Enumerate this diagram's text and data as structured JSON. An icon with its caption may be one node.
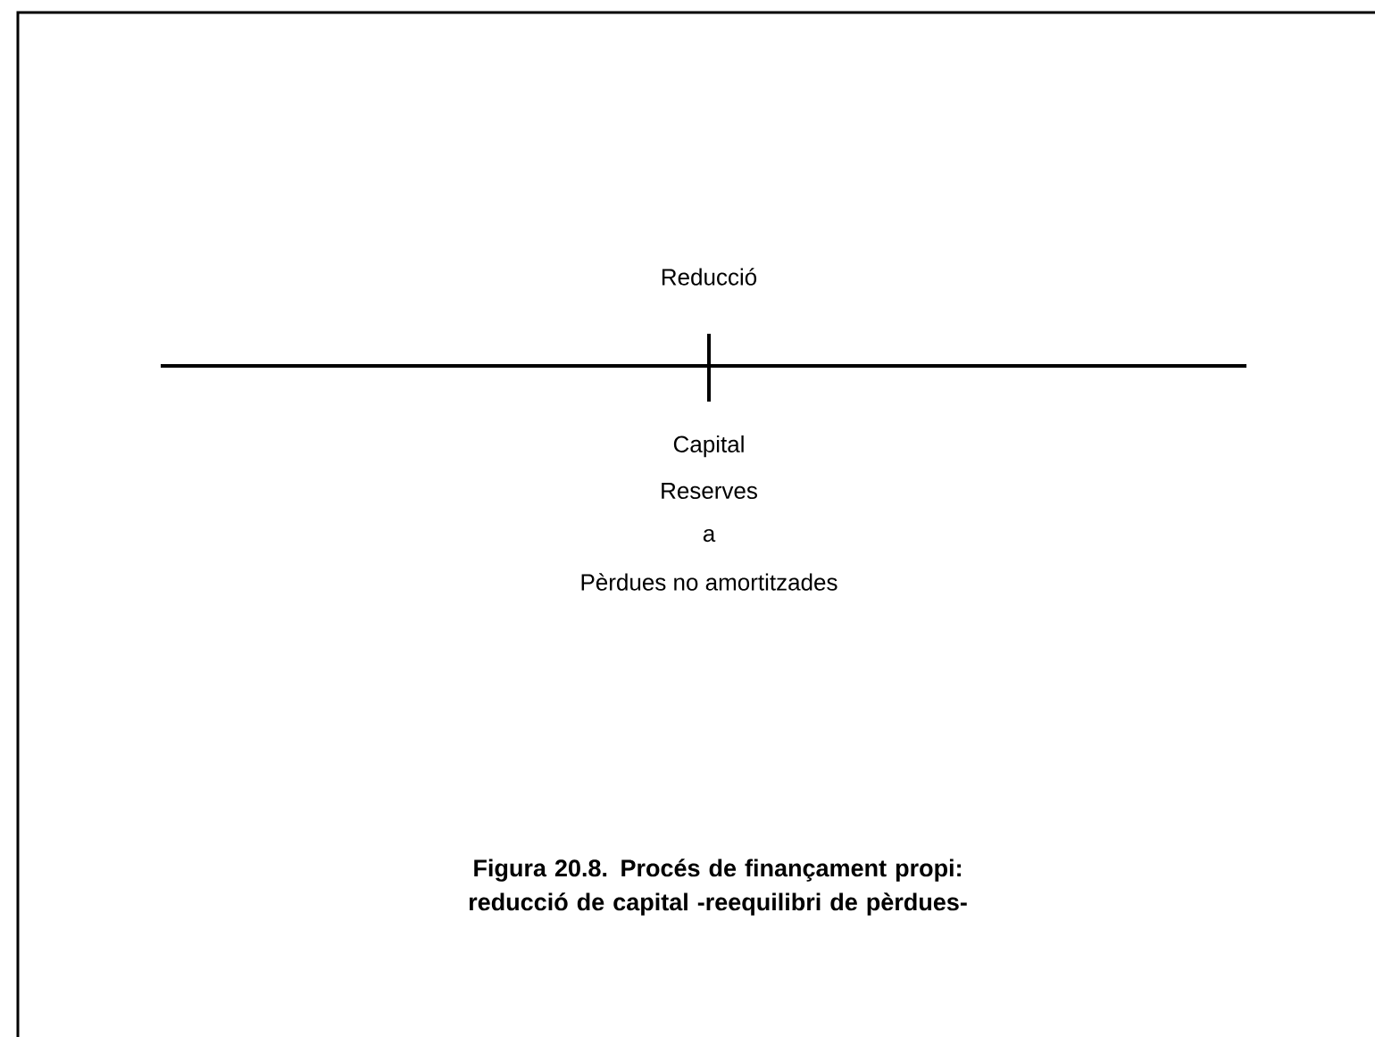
{
  "diagram": {
    "caption": "Figura 20.8. Procés de finançament propi: reducció de capital -reequilibri de pèrdues-",
    "labels": [
      "Reducció",
      "Capital",
      "Reserves",
      "a",
      "Pèrdues no amortitzades"
    ]
  }
}
